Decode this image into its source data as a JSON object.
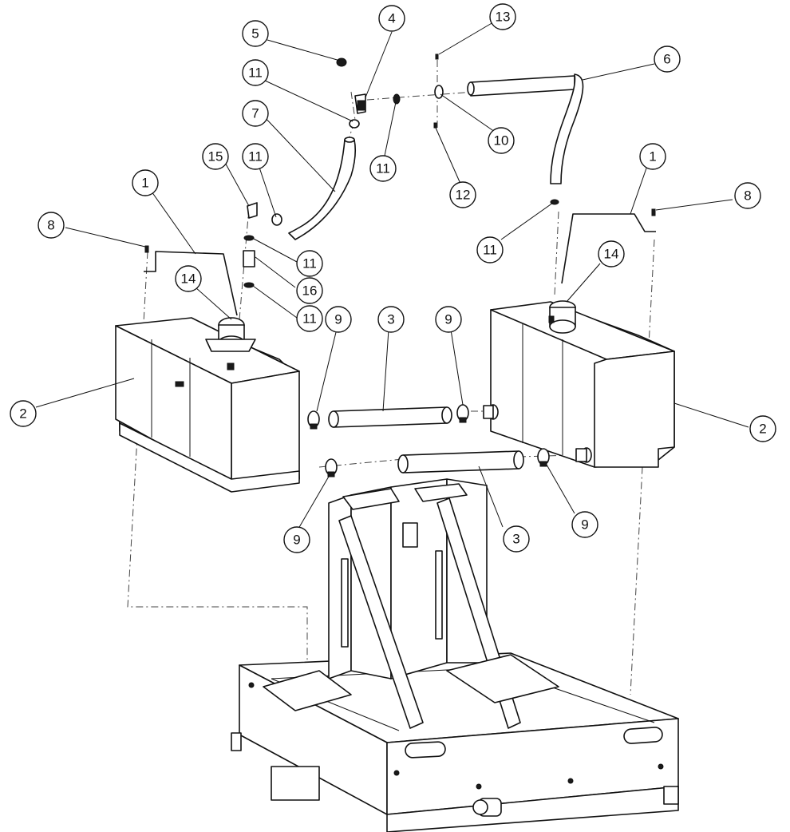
{
  "callouts": [
    {
      "id": "c5",
      "label": "5"
    },
    {
      "id": "c4",
      "label": "4"
    },
    {
      "id": "c13",
      "label": "13"
    },
    {
      "id": "c6",
      "label": "6"
    },
    {
      "id": "c11a",
      "label": "11"
    },
    {
      "id": "c7",
      "label": "7"
    },
    {
      "id": "c11b",
      "label": "11"
    },
    {
      "id": "c10",
      "label": "10"
    },
    {
      "id": "c15",
      "label": "15"
    },
    {
      "id": "c11c",
      "label": "11"
    },
    {
      "id": "c12",
      "label": "12"
    },
    {
      "id": "c1a",
      "label": "1"
    },
    {
      "id": "c1b",
      "label": "1"
    },
    {
      "id": "c8a",
      "label": "8"
    },
    {
      "id": "c8b",
      "label": "8"
    },
    {
      "id": "c11d",
      "label": "11"
    },
    {
      "id": "c11e",
      "label": "11"
    },
    {
      "id": "c14a",
      "label": "14"
    },
    {
      "id": "c14b",
      "label": "14"
    },
    {
      "id": "c16",
      "label": "16"
    },
    {
      "id": "c11f",
      "label": "11"
    },
    {
      "id": "c9a",
      "label": "9"
    },
    {
      "id": "c3a",
      "label": "3"
    },
    {
      "id": "c9b",
      "label": "9"
    },
    {
      "id": "c2a",
      "label": "2"
    },
    {
      "id": "c2b",
      "label": "2"
    },
    {
      "id": "c9c",
      "label": "9"
    },
    {
      "id": "c3b",
      "label": "3"
    },
    {
      "id": "c9d",
      "label": "9"
    }
  ]
}
